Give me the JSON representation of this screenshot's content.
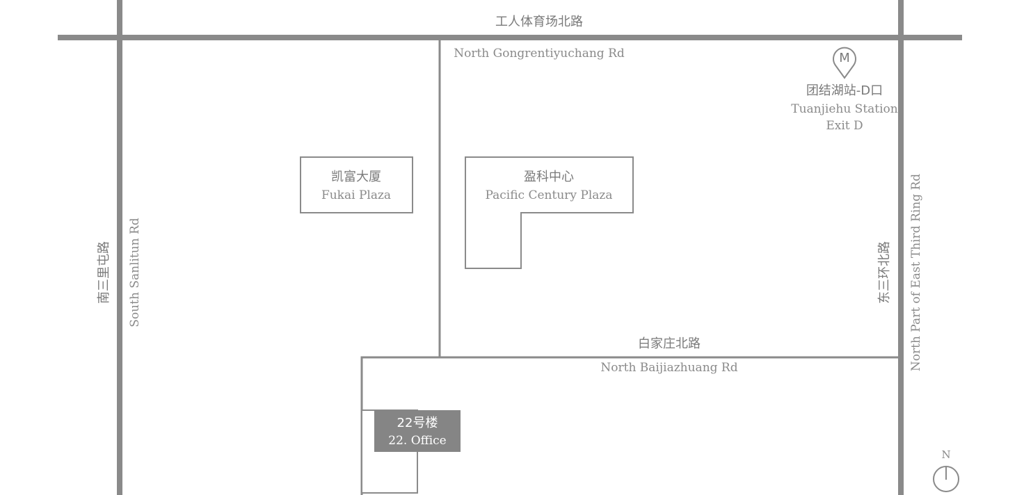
{
  "roads": {
    "gongti_north_cn": "工人体育场北路",
    "gongti_north_en": "North Gongrentiyuchang Rd",
    "south_sanlitun_cn": "南三里屯路",
    "south_sanlitun_en": "South Sanlitun Rd",
    "east_third_ring_cn": "东三环北路",
    "east_third_ring_en": "North Part of East Third Ring Rd",
    "baijiazhuang_cn": "白家庄北路",
    "baijiazhuang_en": "North Baijiazhuang Rd"
  },
  "buildings": {
    "fukai_cn": "凯富大厦",
    "fukai_en": "Fukai Plaza",
    "pacific_cn": "盈科中心",
    "pacific_en": "Pacific Century Plaza",
    "office_cn": "22号楼",
    "office_en": "22. Office"
  },
  "station": {
    "icon_letter": "M",
    "name_cn": "团结湖站-D口",
    "name_en_line1": "Tuanjiehu Station",
    "name_en_line2": "Exit D"
  },
  "compass": {
    "label": "N"
  },
  "colors": {
    "road": "#8a8a8a",
    "text": "#7a7a7a",
    "office_fill": "#858585"
  }
}
